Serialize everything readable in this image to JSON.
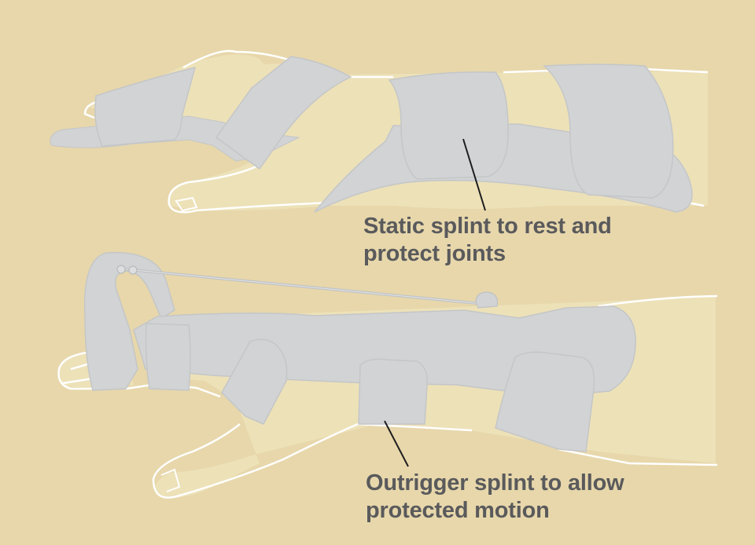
{
  "colors": {
    "background": "#e7d7ab",
    "skin": "#ede1b8",
    "splint": "#d1d3d4",
    "splint_edge": "#c4c6c8",
    "outline": "#ffffff",
    "leader_line": "#1e1e1e",
    "label_text": "#5a5a5c"
  },
  "figures": [
    {
      "id": "static-splint",
      "label_lines": [
        "Static splint to rest and",
        "protect joints"
      ]
    },
    {
      "id": "outrigger-splint",
      "label_lines": [
        "Outrigger splint to allow",
        "protected motion"
      ]
    }
  ]
}
